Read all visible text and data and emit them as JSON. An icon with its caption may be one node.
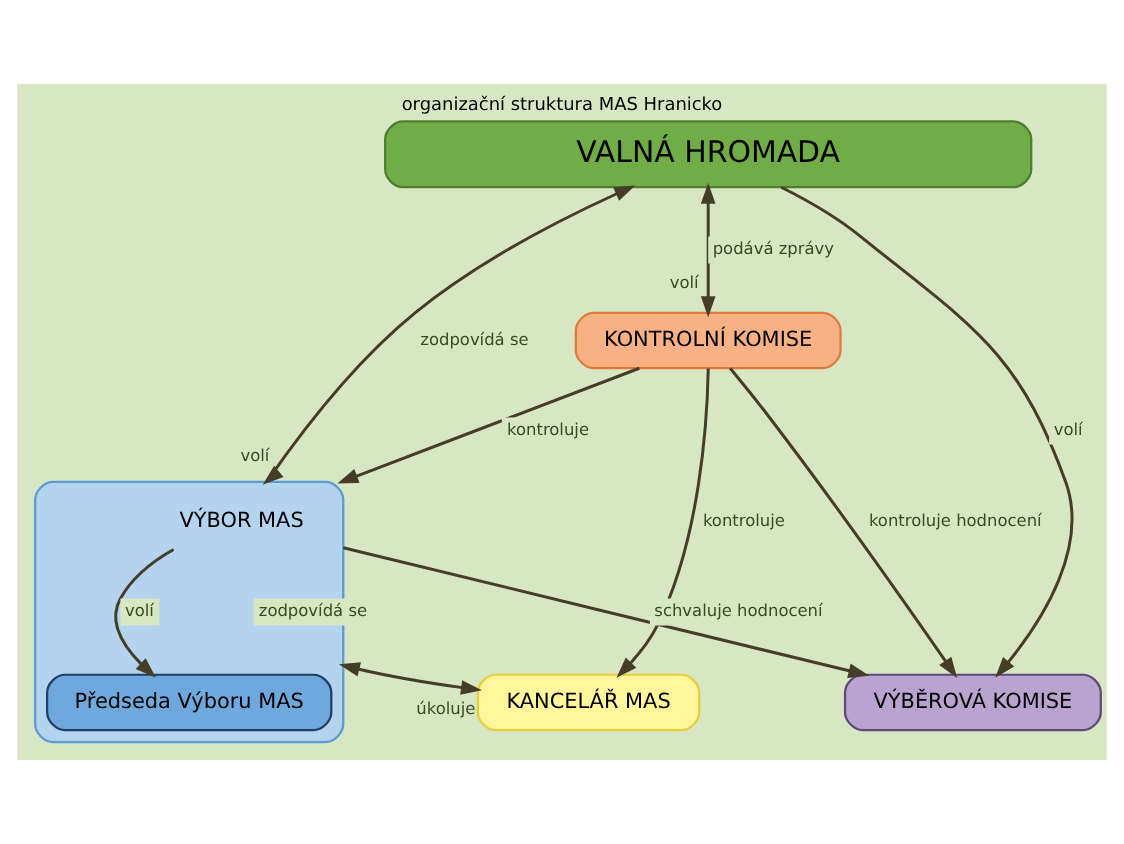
{
  "diagram": {
    "title": "organizační struktura MAS Hranicko",
    "nodes": [
      {
        "text": [
          "VALNÁ HROMADA"
        ]
      },
      {
        "text": [
          "KONTROLNÍ KOMISE"
        ]
      },
      {
        "text": [
          "VÝBOR MAS"
        ]
      },
      {
        "text": [
          "Předseda Výboru MAS"
        ],
        "in": 2
      },
      {
        "text": [
          "KANCELÁŘ MAS"
        ]
      },
      {
        "text": [
          "VÝBĚROVÁ KOMISE"
        ]
      }
    ],
    "edges": [
      {
        "from": 0,
        "to": 1,
        "arrow": "both",
        "label": "podává zprávy"
      },
      {
        "from": 0,
        "to": 2,
        "arrow": "both",
        "label": "zodpovídá se"
      },
      {
        "from": 1,
        "to": 2,
        "arrow": "to",
        "label": "kontroluje"
      },
      {
        "from": 2,
        "to": 3,
        "arrow": "to",
        "label": "volí"
      },
      {
        "from": 2,
        "to": 4,
        "arrow": "both",
        "label": "zodpovídá se"
      },
      {
        "from": 1,
        "to": 4,
        "arrow": "to",
        "label": "kontroluje"
      },
      {
        "from": 1,
        "to": 5,
        "arrow": "to",
        "label": "kontroluje hodnocení"
      },
      {
        "from": 2,
        "to": 5,
        "arrow": "to",
        "label": "schvaluje hodnocení"
      },
      {
        "from": 0,
        "to": 5,
        "arrow": "to",
        "label": "volí"
      }
    ],
    "labels": [
      "volí",
      "volí",
      "úkoluje"
    ]
  }
}
